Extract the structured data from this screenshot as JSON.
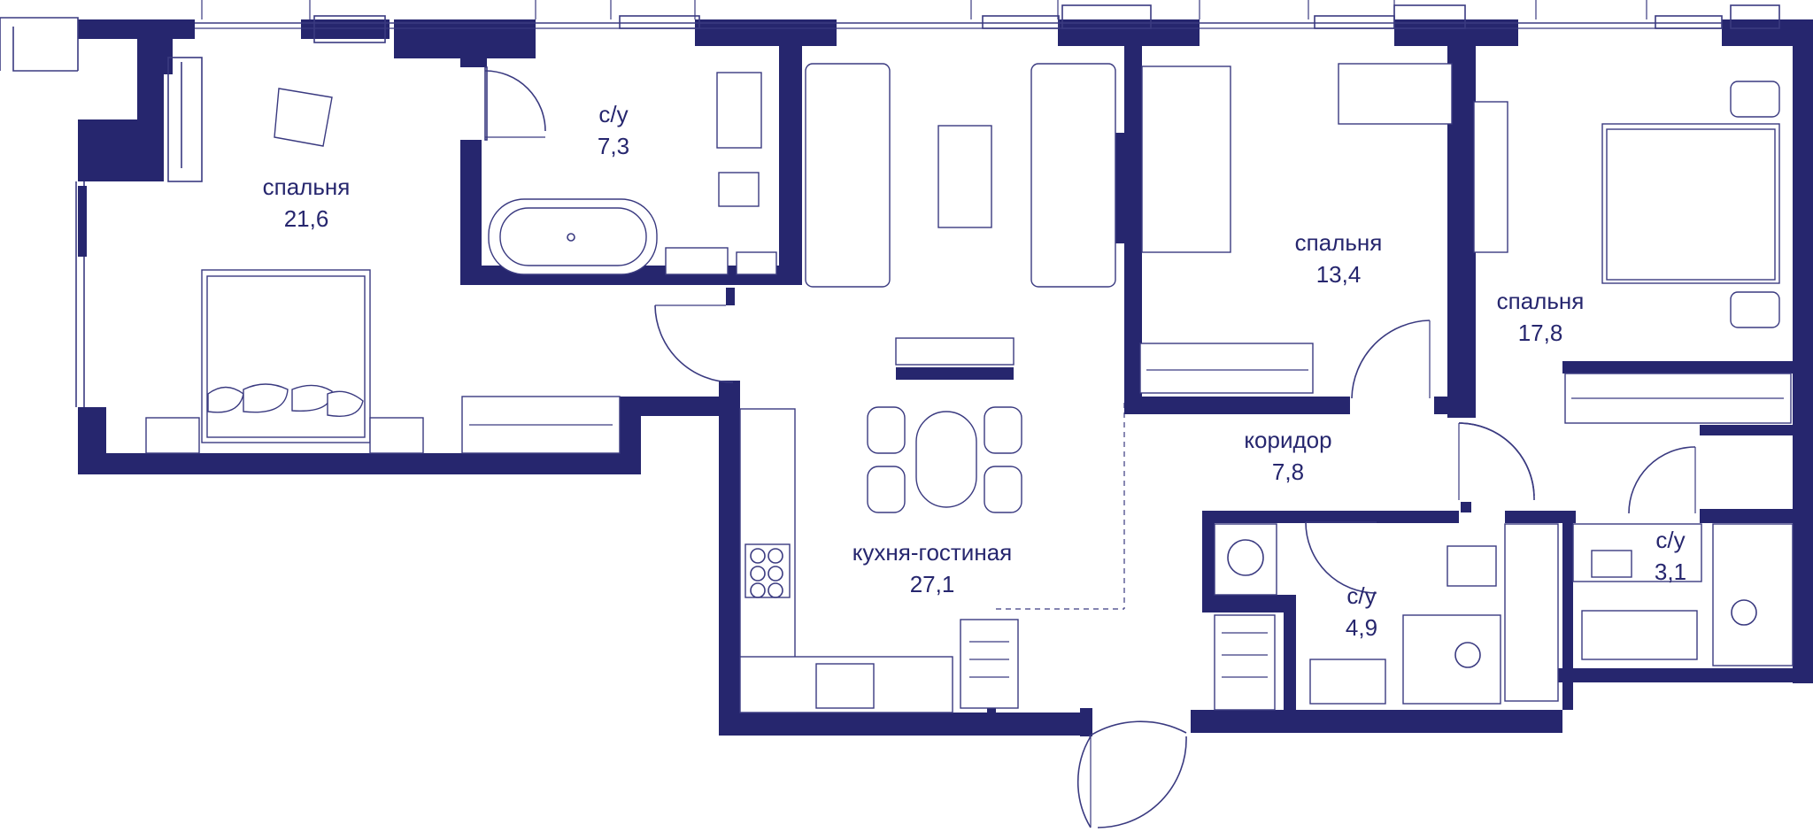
{
  "plan": {
    "accent_color": "#26266e",
    "rooms": [
      {
        "id": "bedroom-1",
        "name": "спальня",
        "area": "21,6"
      },
      {
        "id": "bathroom-1",
        "name": "с/у",
        "area": "7,3"
      },
      {
        "id": "bedroom-2",
        "name": "спальня",
        "area": "13,4"
      },
      {
        "id": "bedroom-3",
        "name": "спальня",
        "area": "17,8"
      },
      {
        "id": "corridor",
        "name": "коридор",
        "area": "7,8"
      },
      {
        "id": "kitchen-living",
        "name": "кухня-гостиная",
        "area": "27,1"
      },
      {
        "id": "bathroom-2",
        "name": "с/у",
        "area": "4,9"
      },
      {
        "id": "bathroom-3",
        "name": "с/у",
        "area": "3,1"
      }
    ]
  }
}
